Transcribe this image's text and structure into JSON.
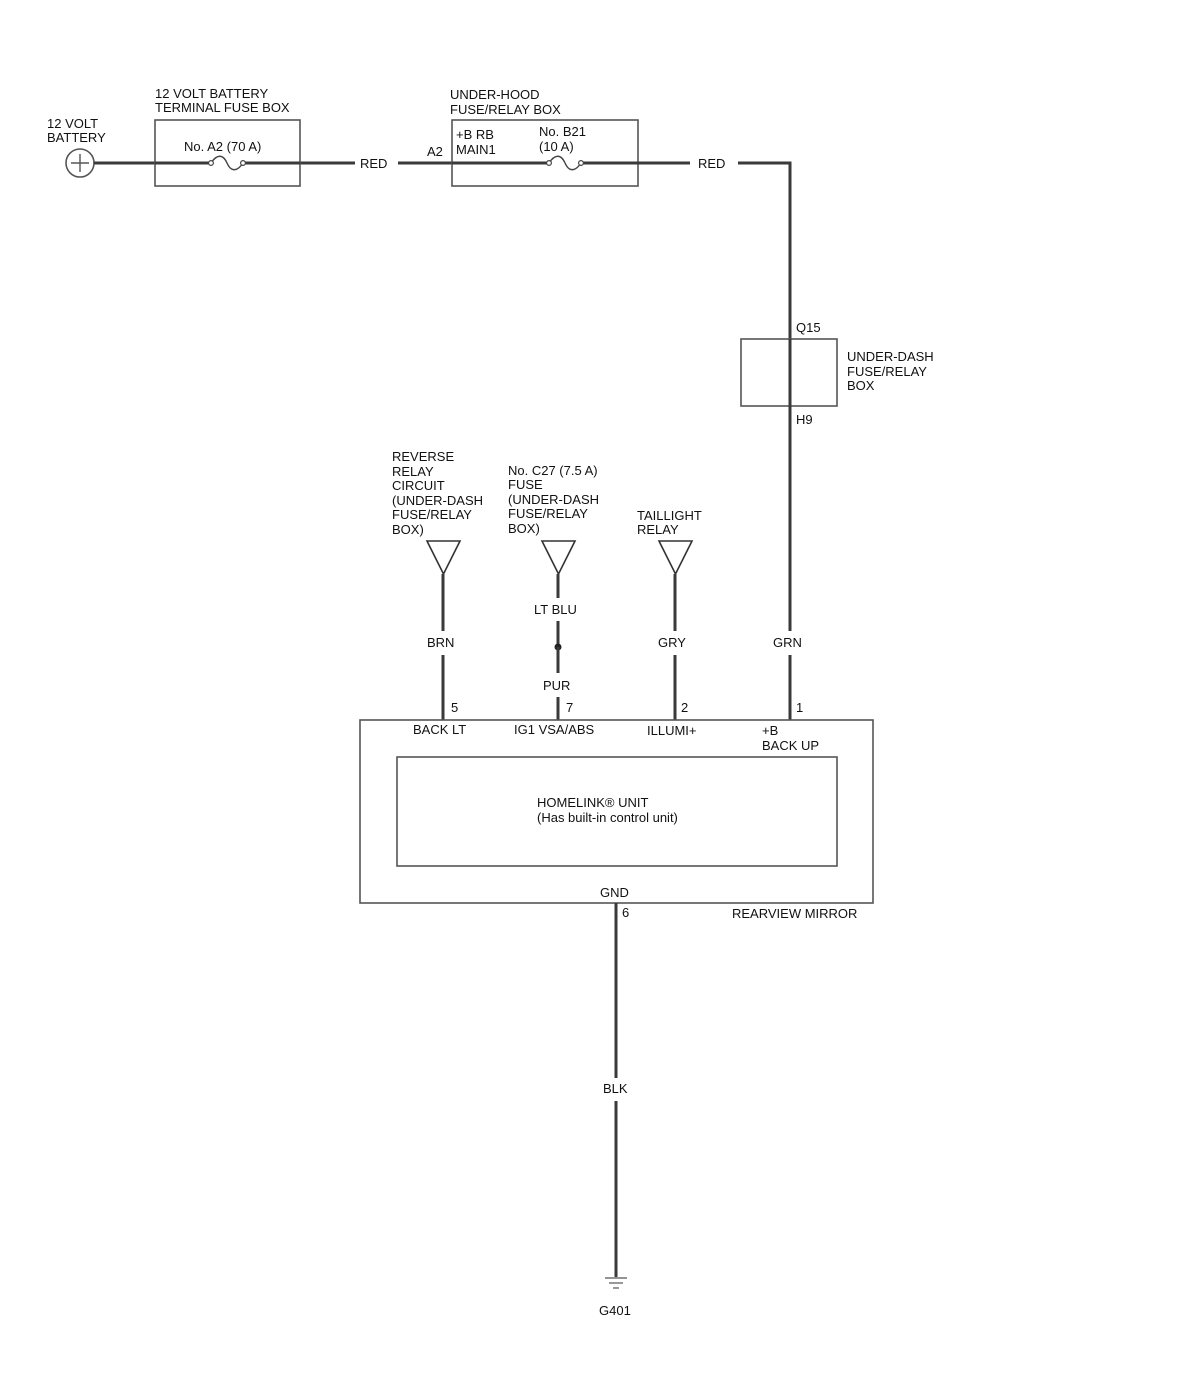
{
  "battery": {
    "label_line1": "12 VOLT",
    "label_line2": "BATTERY"
  },
  "terminal_fuse_box": {
    "title_line1": "12 VOLT BATTERY",
    "title_line2": "TERMINAL FUSE BOX",
    "fuse_label": "No. A2 (70 A)"
  },
  "under_hood_box": {
    "title_line1": "UNDER-HOOD",
    "title_line2": "FUSE/RELAY BOX",
    "terminal_line1": "+B RB",
    "terminal_line2": "MAIN1",
    "fuse_line1": "No. B21",
    "fuse_line2": "(10 A)",
    "input_pin": "A2"
  },
  "under_dash_box": {
    "title_line1": "UNDER-DASH",
    "title_line2": "FUSE/RELAY",
    "title_line3": "BOX",
    "in_pin": "Q15",
    "out_pin": "H9"
  },
  "wires": {
    "red_1": "RED",
    "red_2": "RED",
    "brn": "BRN",
    "lt_blu": "LT BLU",
    "pur": "PUR",
    "gry": "GRY",
    "grn": "GRN",
    "blk": "BLK"
  },
  "sources": {
    "reverse_relay": [
      "REVERSE",
      "RELAY",
      "CIRCUIT",
      "(UNDER-DASH",
      "FUSE/RELAY",
      "BOX)"
    ],
    "fuse_c27": [
      "No. C27 (7.5 A)",
      "FUSE",
      "(UNDER-DASH",
      "FUSE/RELAY",
      "BOX)"
    ],
    "taillight_relay": [
      "TAILLIGHT",
      "RELAY"
    ]
  },
  "mirror": {
    "name": "REARVIEW MIRROR",
    "unit_line1": "HOMELINK® UNIT",
    "unit_line2": "(Has built-in control unit)",
    "pins": {
      "back_lt": {
        "number": "5",
        "label": "BACK LT"
      },
      "ig1": {
        "number": "7",
        "label": "IG1 VSA/ABS"
      },
      "illumi": {
        "number": "2",
        "label": "ILLUMI+"
      },
      "backup": {
        "number": "1",
        "label_line1": "+B",
        "label_line2": "BACK UP"
      },
      "gnd": {
        "number": "6",
        "label": "GND"
      }
    }
  },
  "ground": {
    "label": "G401"
  }
}
